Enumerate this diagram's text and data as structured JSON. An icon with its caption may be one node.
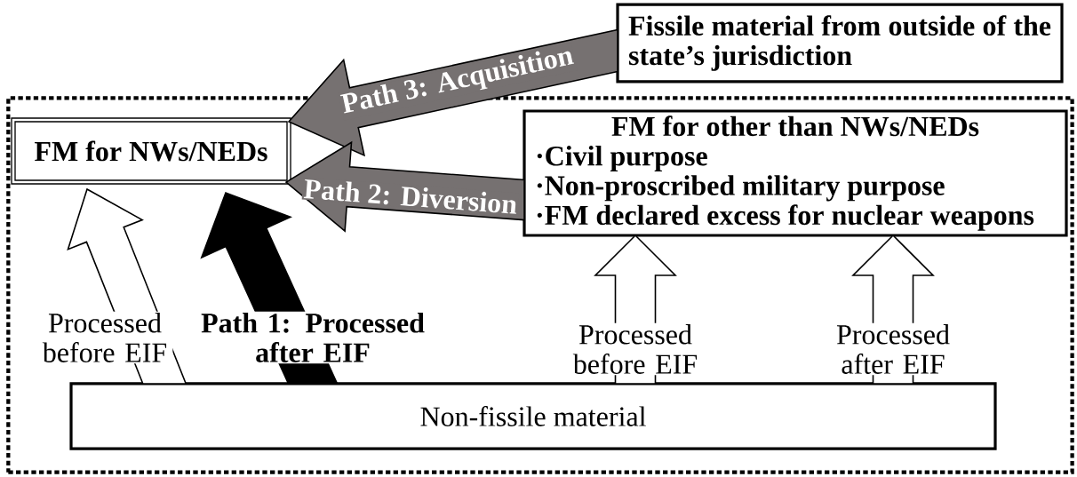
{
  "diagram": {
    "nodes": [
      {
        "text": [],
        "shape": "box"
      },
      {
        "text": [
          "FM for NWs/NEDs"
        ],
        "in": 0
      },
      {
        "text": [
          "Fissile material from outside of the state’s jurisdiction"
        ]
      },
      {
        "text": [
          "FM for other than NWs/NEDs",
          "·Civil purpose",
          "·Non-proscribed military purpose",
          "·FM declared excess for nuclear weapons"
        ],
        "in": 0
      },
      {
        "text": [
          "Non-fissile material"
        ],
        "in": 0
      }
    ],
    "edges": [
      {
        "from": 2,
        "to": 1,
        "arrow": "to",
        "label": "Path 3: Acquisition",
        "color": "#767171"
      },
      {
        "from": 3,
        "to": 1,
        "arrow": "to",
        "label": "Path 2: Diversion",
        "color": "#767171"
      },
      {
        "from": 4,
        "to": 1,
        "arrow": "to",
        "label": "Processed before EIF"
      },
      {
        "from": 4,
        "to": 1,
        "arrow": "to",
        "label": "Path 1: Processed after EIF",
        "color": "#000000"
      },
      {
        "from": 4,
        "to": 3,
        "arrow": "to",
        "label": "Processed before EIF"
      },
      {
        "from": 4,
        "to": 3,
        "arrow": "to",
        "label": "Processed after EIF"
      }
    ]
  }
}
